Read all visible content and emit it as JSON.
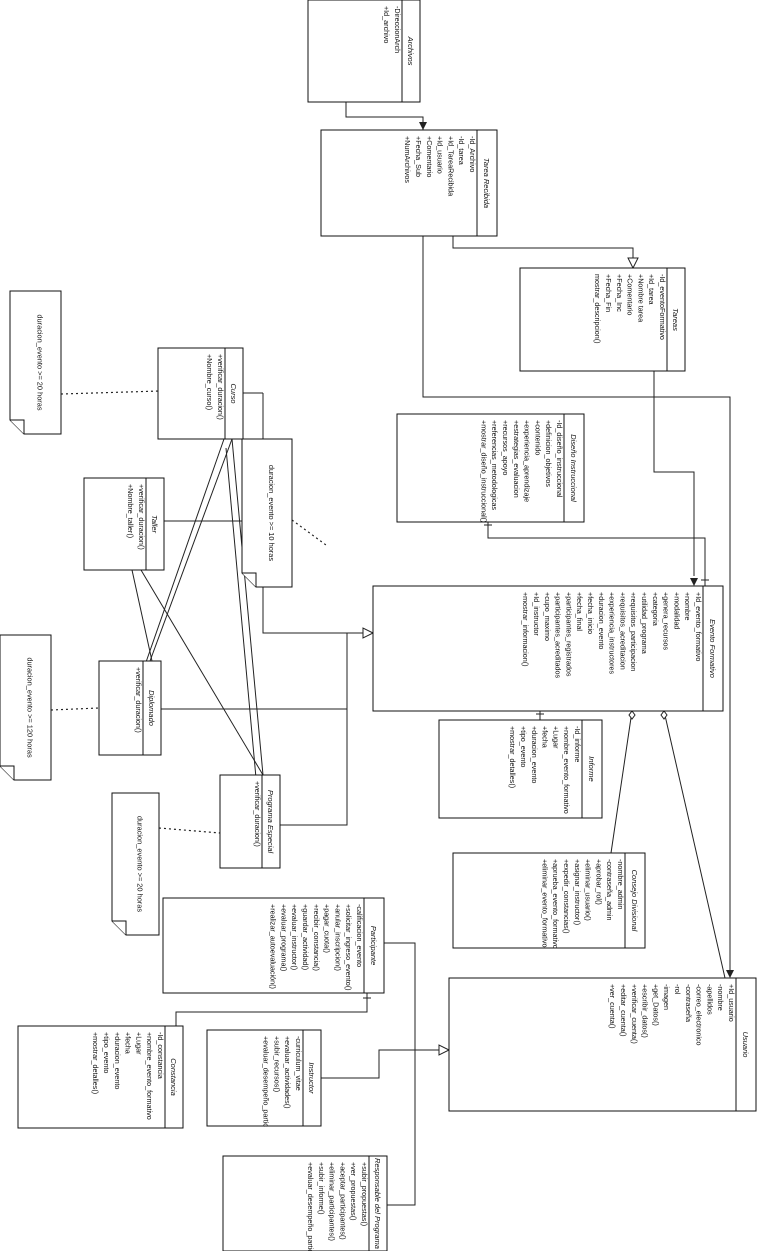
{
  "classes": [
    {
      "id": "archivos",
      "name": "Archivos",
      "members": [
        "-DireccionArch",
        "+Id_archivo"
      ]
    },
    {
      "id": "tarea-recibida",
      "name": "Tarea Recibida",
      "members": [
        "-Id_Archivo",
        "-Id_tarea",
        "+Id_TareaRecibida",
        "+Id_usuario",
        "+Comentario",
        "+Fecha_Sub",
        "+NumArchivos"
      ]
    },
    {
      "id": "tareas",
      "name": "Tareas",
      "members": [
        "-Id_eventoFormativo",
        "+Id_tarea",
        "+Nombre tarea",
        "+Comentario",
        "+Fecha_Inc",
        "+Fecha_Fin",
        "mostrar_descripcion()"
      ]
    },
    {
      "id": "curso",
      "name": "Curso",
      "members": [
        "+verificar_duracion()",
        "+Nombre_curso()"
      ]
    },
    {
      "id": "taller",
      "name": "Taller",
      "members": [
        "+verificar_duracion()",
        "+Nombre_taller()"
      ]
    },
    {
      "id": "diseno",
      "name": "Diseño Instruccional",
      "members": [
        "-Id_diseño_instruccional",
        "+definicion_objetivos",
        "+contenido",
        "+experiencia_aprendizaje",
        "+estrategias_evaluacion",
        "+recursos_apoyo",
        "+referencias_metodologicas",
        "+mostrar_diseño_instruccional()"
      ]
    },
    {
      "id": "evento",
      "name": "Evento Formativo",
      "members": [
        "+Id_evento_formativo",
        "+nombre",
        "+modalidad",
        "+genera_recursos",
        "+categoria",
        "+utilidad_programa",
        "+requisitos_participacion",
        "+requisitos_acreditacion",
        "+experiencia_instructores",
        "+duracion_evento",
        "+fecha_inicio",
        "+fecha_final",
        "+participantes_registrados",
        "+participantes_acreditados",
        "+cupo_maximo",
        "+Id_instructor",
        "+mostrar_informacion()"
      ]
    },
    {
      "id": "diplomado",
      "name": "Diplomado",
      "members": [
        "+verificar_duracion()"
      ]
    },
    {
      "id": "informe",
      "name": "Informe",
      "members": [
        "-Id_informe",
        "+nombre_evento_formativo",
        "+Lugar",
        "+fecha",
        "+duracion_evento",
        "+tipo_evento",
        "+mostrar_detalles()"
      ]
    },
    {
      "id": "programa",
      "name": "Programa Especial",
      "members": [
        "+verificar_duracion()"
      ]
    },
    {
      "id": "consejo",
      "name": "Consejo Divisional",
      "members": [
        "-nombre_admin",
        "-contraseña_admin",
        "+aprobar_rol()",
        "+eliminar_usuario()",
        "+asignar_instructor()",
        "+expedir_constancias()",
        "+aprueba_evento_formativo",
        "+eliminar_evento_formativo"
      ]
    },
    {
      "id": "participante",
      "name": "Participante",
      "members": [
        "-calificacion_evento",
        "+solicitar_ingreso_evento()",
        "+anular_inscripcion()",
        "+pagar_cuota()",
        "+recibir_constancia()",
        "+guardar_actividad()",
        "+evaluar_instructor()",
        "+evaluar_programa()",
        "+realizar_autoevaluación()"
      ]
    },
    {
      "id": "usuario",
      "name": "Usuario",
      "members": [
        "+Id_usuario",
        "-nombre",
        "-apellidos",
        "-correo_electronico",
        "-contraseña",
        "-rol",
        "-imagen",
        "+get_Datos()",
        "+escribir_datos()",
        "+verificar_cuenta()",
        "+editar_cuenta()",
        "+ver_cuenta()"
      ]
    },
    {
      "id": "constancia",
      "name": "Constancia",
      "members": [
        "-Id_constancia",
        "+nombre_evento_formativo",
        "+Lugar",
        "+fecha",
        "+duracion_evento",
        "+tipo_evento",
        "+mostrar_detalles()"
      ]
    },
    {
      "id": "instructor",
      "name": "Instructor",
      "members": [
        "-curriculum_vitae",
        "+evaluar_actividades()",
        "+subir_recursos()",
        "+evaluar_desempeño_partic"
      ]
    },
    {
      "id": "responsable",
      "name": "Responsable del Programa",
      "members": [
        "+subir_propuestas()",
        "+ver_propuestas()",
        "+aceptar_participantes()",
        "+eliminar_participantes()",
        "+subir_informe()",
        "+evaluar_desempeño_partic()"
      ]
    }
  ],
  "notes": [
    {
      "id": "note-curso",
      "text": "duracion_evento >= 20 horas"
    },
    {
      "id": "note-taller",
      "text": "duracion_evento >= 10 horas"
    },
    {
      "id": "note-diplomado",
      "text": "duracion_evento >= 120 horas"
    },
    {
      "id": "note-programa",
      "text": "duracion_evento >= 20 horas"
    }
  ]
}
